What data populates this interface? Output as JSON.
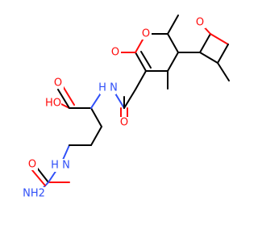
{
  "atoms": {
    "nh2": {
      "text": "NH2"
    },
    "o_urea": {
      "text": "O"
    },
    "nh_urea": {
      "text": "H N"
    },
    "oh": {
      "text": "HO"
    },
    "o_acid": {
      "text": "O"
    },
    "nh_amide": {
      "text": "H N"
    },
    "o_amide": {
      "text": "O"
    },
    "o_carbonyl": {
      "text": "O"
    },
    "o_ring": {
      "text": "O"
    },
    "o_furan": {
      "text": "O"
    }
  },
  "colors": {
    "carbon": "#000000",
    "oxygen": "#ff0d0d",
    "nitrogen": "#3050f8"
  }
}
